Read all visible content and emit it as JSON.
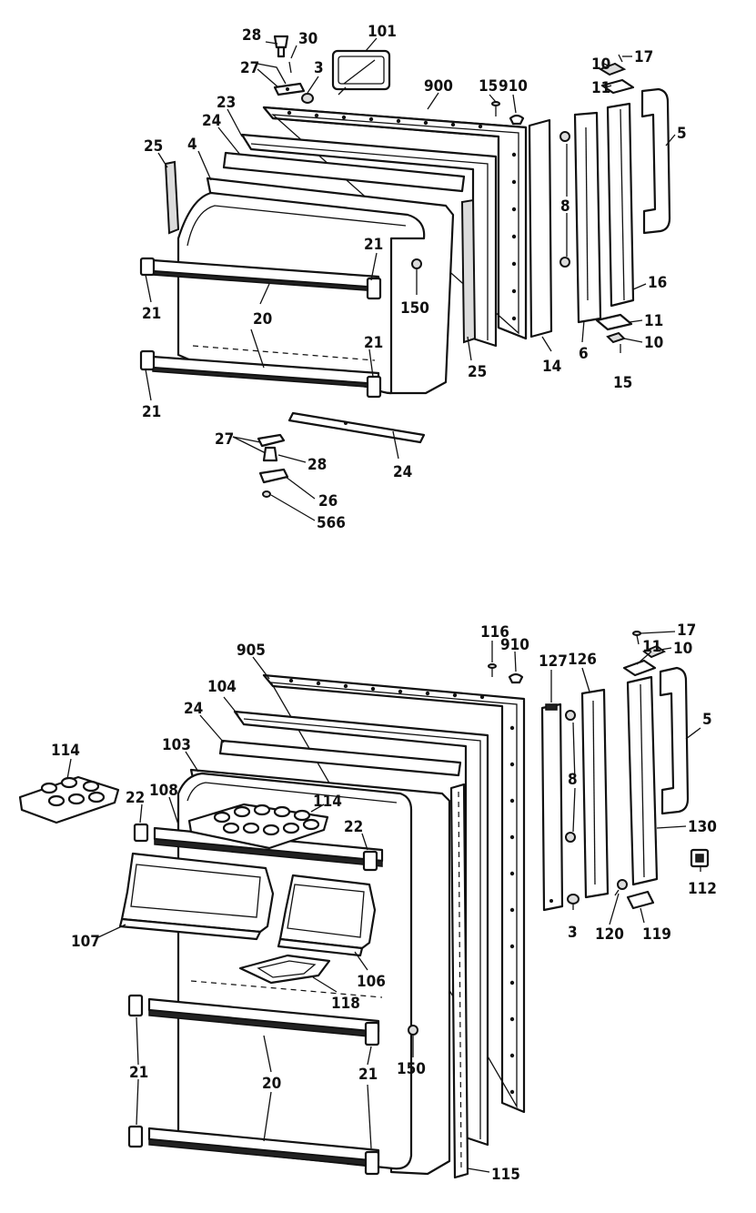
{
  "top_door": {
    "labels": {
      "l28a": "28",
      "l30": "30",
      "l101": "101",
      "l27a": "27",
      "l3": "3",
      "l900": "900",
      "l15a": "15",
      "l910": "910",
      "l10a": "10",
      "l17": "17",
      "l11a": "11",
      "l23": "23",
      "l24a": "24",
      "l25a": "25",
      "l4": "4",
      "l5": "5",
      "l8": "8",
      "l21a": "21",
      "l21b": "21",
      "l150": "150",
      "l16": "16",
      "l20": "20",
      "l11b": "11",
      "l10b": "10",
      "l21c": "21",
      "l25b": "25",
      "l14": "14",
      "l6": "6",
      "l15b": "15",
      "l21d": "21",
      "l27b": "27",
      "l28b": "28",
      "l24b": "24",
      "l26": "26",
      "l566": "566"
    }
  },
  "bottom_door": {
    "labels": {
      "l116": "116",
      "l910": "910",
      "l17": "17",
      "l905": "905",
      "l127": "127",
      "l126": "126",
      "l11": "11",
      "l10": "10",
      "l104": "104",
      "l5": "5",
      "l24": "24",
      "l114a": "114",
      "l103": "103",
      "l108": "108",
      "l22a": "22",
      "l114b": "114",
      "l22b": "22",
      "l8": "8",
      "l130": "130",
      "l112": "112",
      "l107": "107",
      "l106": "106",
      "l3": "3",
      "l120": "120",
      "l119": "119",
      "l118": "118",
      "l21a": "21",
      "l20": "20",
      "l21b": "21",
      "l150": "150",
      "l115": "115"
    }
  }
}
